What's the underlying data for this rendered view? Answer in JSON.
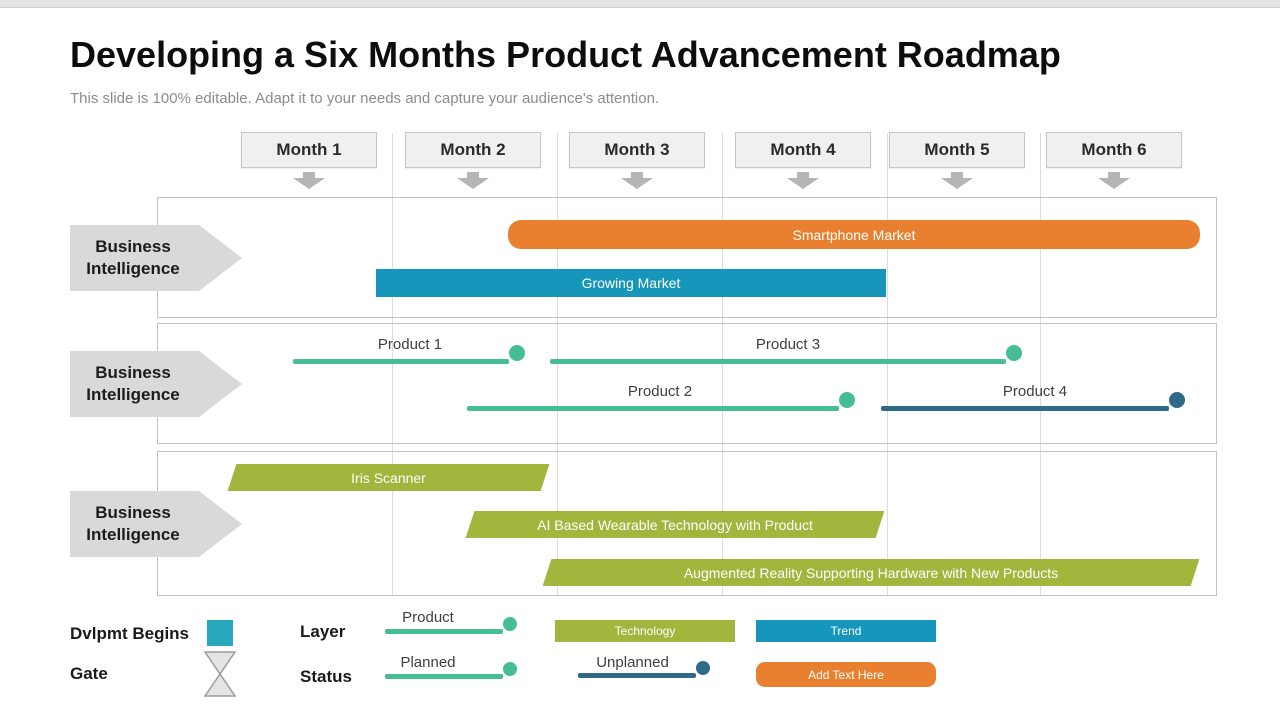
{
  "slide": {
    "title": "Developing a Six Months Product Advancement Roadmap",
    "subtitle": "This slide is 100% editable. Adapt it to your needs and capture your audience's attention."
  },
  "months": [
    "Month 1",
    "Month 2",
    "Month 3",
    "Month 4",
    "Month 5",
    "Month 6"
  ],
  "tracks": [
    {
      "label": "Business Intelligence",
      "items": [
        {
          "type": "bar",
          "style": "orange-rounded",
          "label": "Smartphone Market",
          "span": "mid Month 3 to end Month 6"
        },
        {
          "type": "bar",
          "style": "teal",
          "label": "Growing Market",
          "span": "end Month 1 to end Month 4"
        }
      ]
    },
    {
      "label": "Business Intelligence",
      "items": [
        {
          "type": "milestone-line",
          "style": "mint",
          "label": "Product 1",
          "span": "Month 1 to Month 2"
        },
        {
          "type": "milestone-line",
          "style": "mint",
          "label": "Product 2",
          "span": "Month 2 to Month 4"
        },
        {
          "type": "milestone-line",
          "style": "mint",
          "label": "Product 3",
          "span": "Month 3 to Month 5"
        },
        {
          "type": "milestone-line",
          "style": "slate",
          "label": "Product 4",
          "span": "Month 5 to Month 6"
        }
      ]
    },
    {
      "label": "Business Intelligence",
      "items": [
        {
          "type": "parallelogram",
          "style": "olive",
          "label": "Iris Scanner",
          "span": "Month 1 to Month 2"
        },
        {
          "type": "parallelogram",
          "style": "olive",
          "label": "AI Based Wearable Technology with Product",
          "span": "Month 2 to Month 4"
        },
        {
          "type": "parallelogram",
          "style": "olive",
          "label": "Augmented Reality Supporting Hardware with New  Products",
          "span": "Month 3 to Month 6"
        }
      ]
    }
  ],
  "legend": {
    "dvlpmt_begins": "Dvlpmt Begins",
    "gate": "Gate",
    "layer": "Layer",
    "status": "Status",
    "product": "Product",
    "technology": "Technology",
    "trend": "Trend",
    "planned": "Planned",
    "unplanned": "Unplanned",
    "add_text": "Add Text Here"
  },
  "colors": {
    "orange": "#e8802f",
    "teal": "#1796bc",
    "mint": "#45be94",
    "slate": "#2f6a87",
    "olive": "#a2b53c",
    "gray_shape": "#d9d9d9",
    "legend_square_teal": "#29a8bc"
  }
}
